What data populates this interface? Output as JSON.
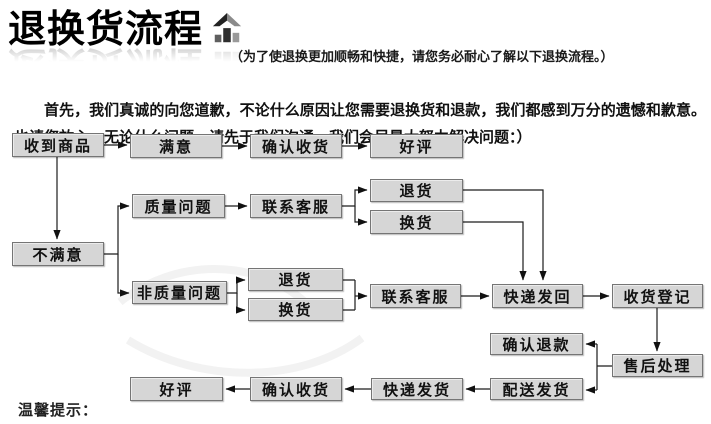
{
  "header": {
    "title": "退换货流程",
    "icon": "home-arrow-icon",
    "note": "（为了使退换更加顺畅和快捷，请您务必耐心了解以下退换流程。）"
  },
  "intro": {
    "text": "首先，我们真诚的向您道歉，不论什么原因让您需要退换货和退款，我们都感到万分的遗憾和歉意。也请您放心，无论什么问题，请先于我们沟通，我们会尽最大努力解决问题：）"
  },
  "footer": {
    "tip_label": "温馨提示："
  },
  "colors": {
    "box_fill": "#d6d6d6",
    "box_border": "#757575",
    "arrow": "#1c1c1c",
    "title": "#000000",
    "background": "#ffffff"
  },
  "flow": {
    "nodes": [
      {
        "id": "receive-goods",
        "label": "收到商品"
      },
      {
        "id": "satisfied",
        "label": "满意"
      },
      {
        "id": "confirm-receipt-top",
        "label": "确认收货"
      },
      {
        "id": "good-review-top",
        "label": "好评"
      },
      {
        "id": "quality-issue",
        "label": "质量问题"
      },
      {
        "id": "contact-service-quality",
        "label": "联系客服"
      },
      {
        "id": "return-quality",
        "label": "退货"
      },
      {
        "id": "exchange-quality",
        "label": "换货"
      },
      {
        "id": "unsatisfied",
        "label": "不满意"
      },
      {
        "id": "non-quality-issue",
        "label": "非质量问题"
      },
      {
        "id": "return-nonquality",
        "label": "退货"
      },
      {
        "id": "exchange-nonquality",
        "label": "换货"
      },
      {
        "id": "contact-service-nonquality",
        "label": "联系客服"
      },
      {
        "id": "express-send-back",
        "label": "快递发回"
      },
      {
        "id": "receipt-registration",
        "label": "收货登记"
      },
      {
        "id": "confirm-refund",
        "label": "确认退款"
      },
      {
        "id": "after-sales-processing",
        "label": "售后处理"
      },
      {
        "id": "dispatch-shipment",
        "label": "配送发货"
      },
      {
        "id": "express-shipment",
        "label": "快递发货"
      },
      {
        "id": "confirm-receipt-bottom",
        "label": "确认收货"
      },
      {
        "id": "good-review-bottom",
        "label": "好评"
      }
    ],
    "edges": [
      {
        "from": "receive-goods",
        "to": "satisfied"
      },
      {
        "from": "satisfied",
        "to": "confirm-receipt-top"
      },
      {
        "from": "confirm-receipt-top",
        "to": "good-review-top"
      },
      {
        "from": "receive-goods",
        "to": "unsatisfied"
      },
      {
        "from": "unsatisfied",
        "to": "quality-issue"
      },
      {
        "from": "unsatisfied",
        "to": "non-quality-issue"
      },
      {
        "from": "quality-issue",
        "to": "contact-service-quality"
      },
      {
        "from": "contact-service-quality",
        "to": "return-quality"
      },
      {
        "from": "contact-service-quality",
        "to": "exchange-quality"
      },
      {
        "from": "return-quality",
        "to": "express-send-back"
      },
      {
        "from": "exchange-quality",
        "to": "express-send-back"
      },
      {
        "from": "non-quality-issue",
        "to": "return-nonquality"
      },
      {
        "from": "non-quality-issue",
        "to": "exchange-nonquality"
      },
      {
        "from": "return-nonquality",
        "to": "contact-service-nonquality"
      },
      {
        "from": "exchange-nonquality",
        "to": "contact-service-nonquality"
      },
      {
        "from": "contact-service-nonquality",
        "to": "express-send-back"
      },
      {
        "from": "express-send-back",
        "to": "receipt-registration"
      },
      {
        "from": "receipt-registration",
        "to": "after-sales-processing"
      },
      {
        "from": "after-sales-processing",
        "to": "confirm-refund"
      },
      {
        "from": "after-sales-processing",
        "to": "dispatch-shipment"
      },
      {
        "from": "dispatch-shipment",
        "to": "express-shipment"
      },
      {
        "from": "express-shipment",
        "to": "confirm-receipt-bottom"
      },
      {
        "from": "confirm-receipt-bottom",
        "to": "good-review-bottom"
      }
    ]
  }
}
